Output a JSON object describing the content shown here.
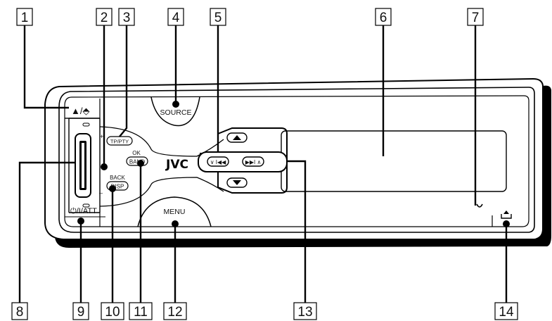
{
  "callouts": [
    "1",
    "2",
    "3",
    "4",
    "5",
    "6",
    "7",
    "8",
    "9",
    "10",
    "11",
    "12",
    "13",
    "14"
  ],
  "panel": {
    "brand": "JVC",
    "eject_label": "▲/⬘",
    "source_label": "SOURCE",
    "tp_pty_label": "TP/PTY",
    "ok_label": "OK",
    "band_label": "BAND",
    "back_label": "BACK",
    "disp_label": "DISP",
    "menu_label": "MENU",
    "power_label": "⏻/I/ATT",
    "prev_label": "∨ I◀◀",
    "next_label": "▶▶I ∧",
    "vol_plus": "+",
    "vol_minus": "–"
  },
  "colors": {
    "line": "#000000",
    "panel_shadow": "#000000",
    "background": "#ffffff"
  }
}
